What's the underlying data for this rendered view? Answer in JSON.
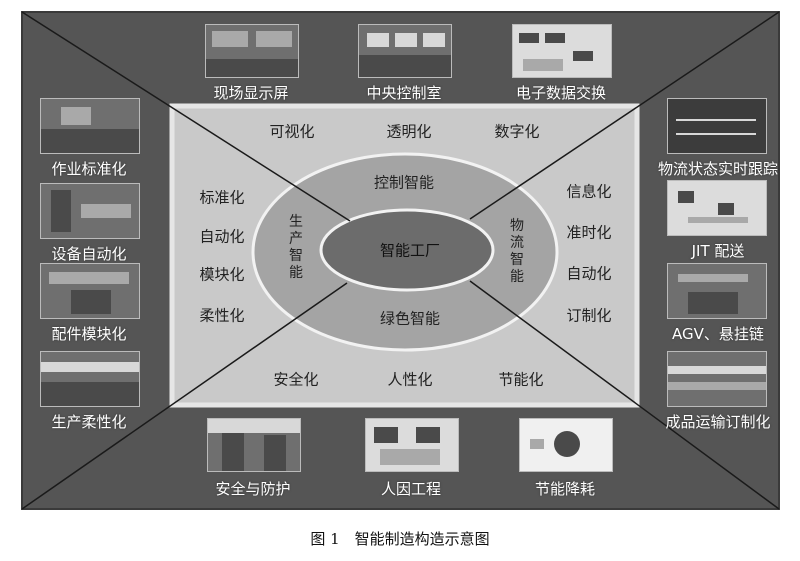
{
  "top_items": [
    "现场显示屏",
    "中央控制室",
    "电子数据交换"
  ],
  "left_items": [
    "作业标准化",
    "设备自动化",
    "配件模块化",
    "生产柔性化"
  ],
  "right_items": [
    "物流状态实时跟踪",
    "JIT 配送",
    "AGV、悬挂链",
    "成品运输订制化"
  ],
  "bottom_items": [
    "安全与防护",
    "人因工程",
    "节能降耗"
  ],
  "inner_top": [
    "可视化",
    "透明化",
    "数字化"
  ],
  "inner_left": [
    "标准化",
    "自动化",
    "模块化",
    "柔性化"
  ],
  "inner_right": [
    "信息化",
    "准时化",
    "自动化",
    "订制化"
  ],
  "inner_bottom": [
    "安全化",
    "人性化",
    "节能化"
  ],
  "ring_top": "控制智能",
  "ring_bottom": "绿色智能",
  "ring_left": "生产智能",
  "ring_right": "物流智能",
  "core": "智能工厂",
  "caption": "图 1　智能制造构造示意图"
}
